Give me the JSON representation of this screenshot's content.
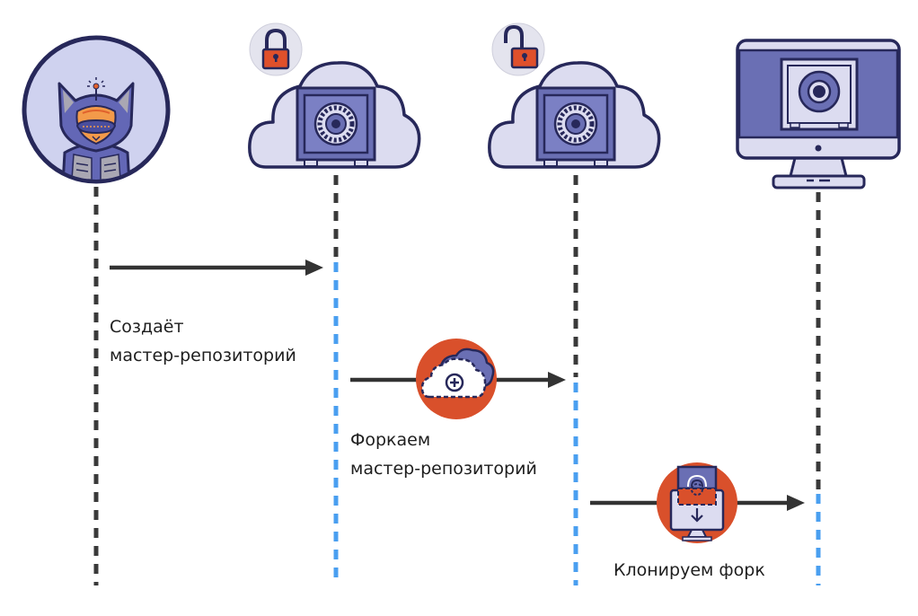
{
  "title": "Fork workflow diagram",
  "colors": {
    "dash_dark": "#3a3a3a",
    "dash_blue": "#4a9ff0",
    "arrow": "#333333",
    "navy": "#27285a",
    "violet": "#6a6fb4",
    "lavender": "#dcdcf0",
    "orange": "#d9502b",
    "gray": "#a9a7b3"
  },
  "actors": [
    {
      "id": "developer",
      "icon": "developer-cat-avatar-icon"
    },
    {
      "id": "master-repo",
      "icon": "cloud-safe-icon",
      "badge": "lock-closed-icon"
    },
    {
      "id": "fork-repo",
      "icon": "cloud-safe-icon",
      "badge": "lock-open-icon"
    },
    {
      "id": "local-repo",
      "icon": "monitor-safe-icon"
    }
  ],
  "steps": [
    {
      "from": 0,
      "to": 1,
      "icon": null,
      "label_lines": [
        "Создаёт",
        "мастер-репозиторий"
      ]
    },
    {
      "from": 1,
      "to": 2,
      "icon": "fork-cloud-plus-icon",
      "label_lines": [
        "Форкаем",
        "мастер-репозиторий"
      ]
    },
    {
      "from": 2,
      "to": 3,
      "icon": "clone-monitor-download-icon",
      "label_lines": [
        "Клонируем форк"
      ]
    }
  ]
}
